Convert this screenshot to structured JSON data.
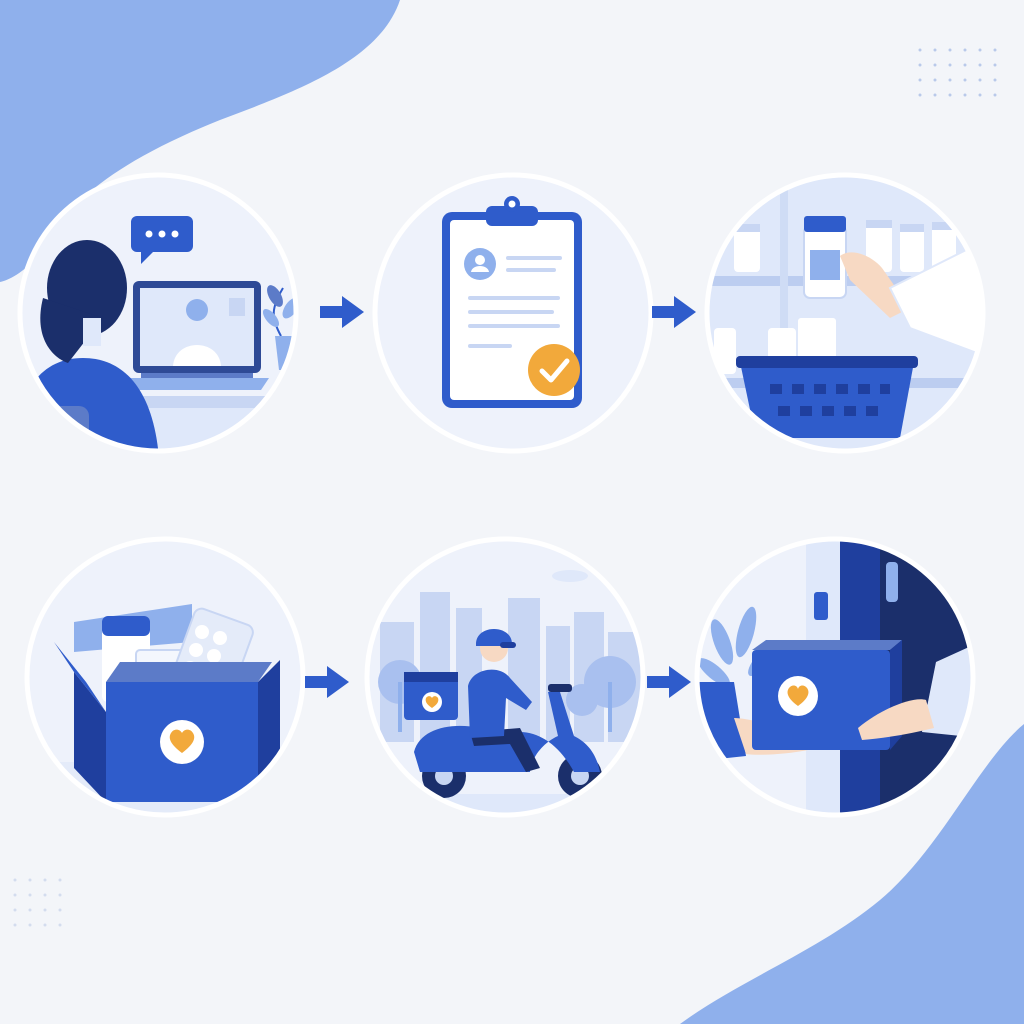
{
  "colors": {
    "primary": "#2f5ccb",
    "dark": "#1f3f9e",
    "light_blue": "#8fb0ec",
    "pale_blue": "#dfe8fa",
    "background": "#f3f5f9",
    "accent_orange": "#f2a93b",
    "white": "#ffffff"
  },
  "steps": [
    {
      "id": "online-consultation",
      "icon": "video-consultation-icon"
    },
    {
      "id": "prescription-approved",
      "icon": "clipboard-check-icon"
    },
    {
      "id": "pharmacy-picking",
      "icon": "pharmacy-shelf-icon"
    },
    {
      "id": "order-packed",
      "icon": "medicine-box-icon"
    },
    {
      "id": "scooter-delivery",
      "icon": "delivery-scooter-icon"
    },
    {
      "id": "doorstep-handover",
      "icon": "package-handover-icon"
    }
  ],
  "connectors": [
    "arrow-right-icon",
    "arrow-right-icon",
    "arrow-right-icon",
    "arrow-right-icon"
  ]
}
